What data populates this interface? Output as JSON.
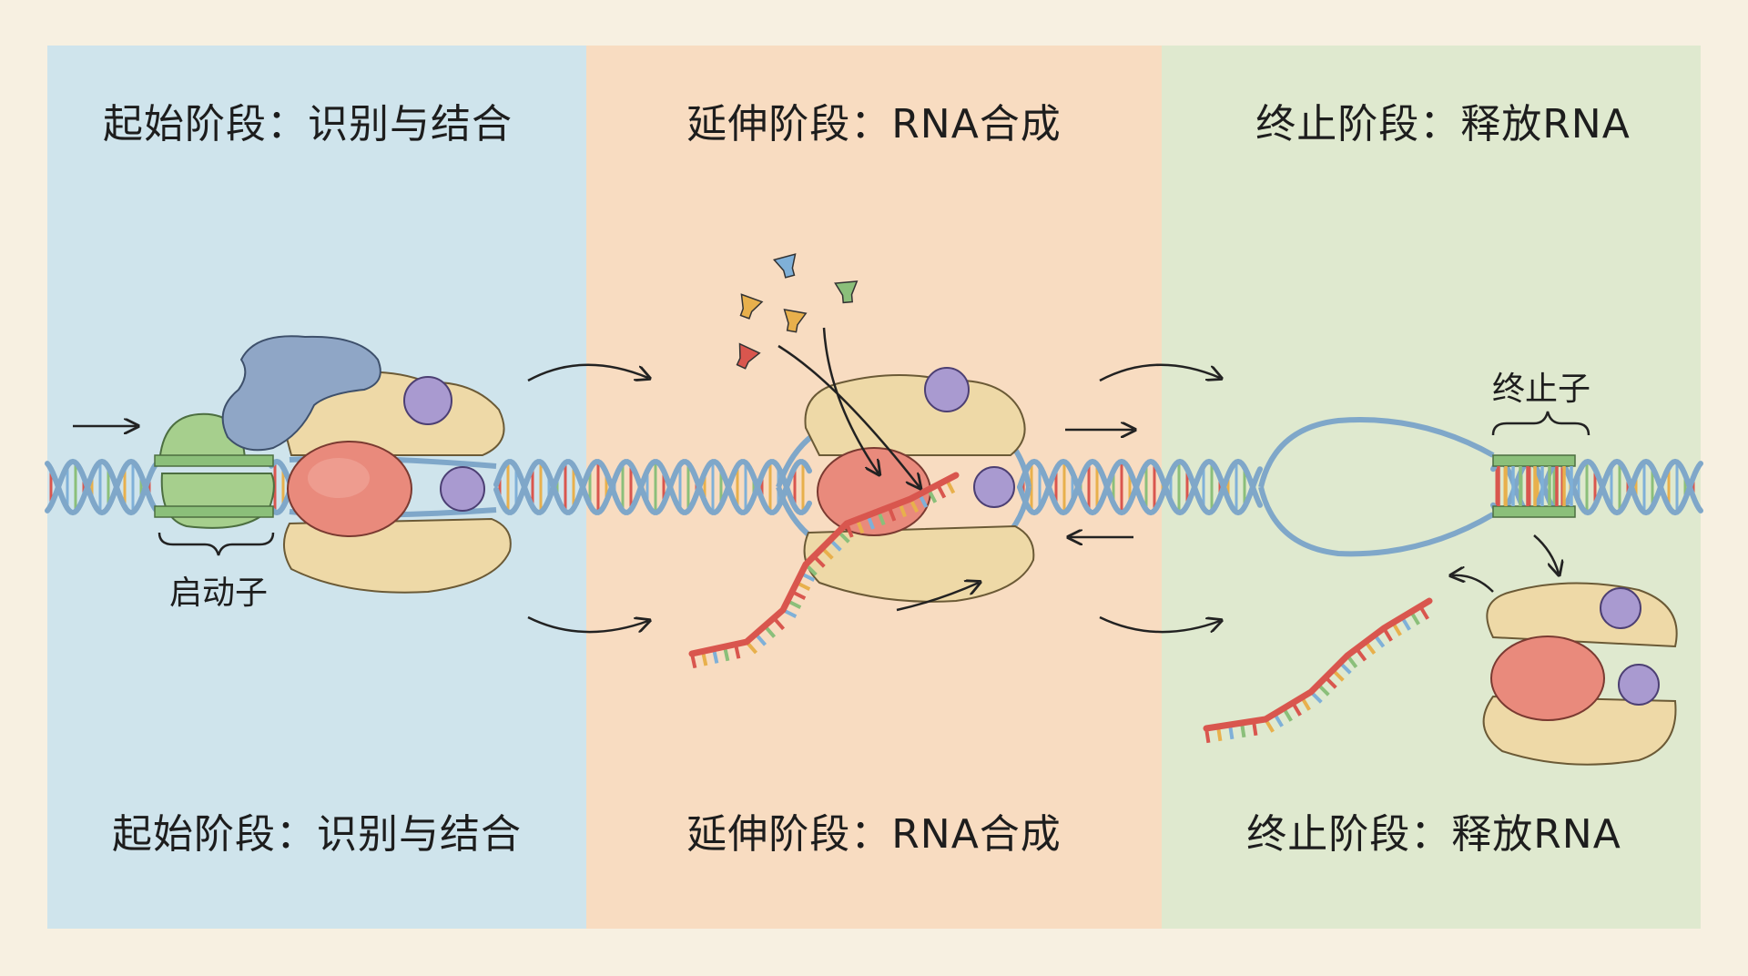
{
  "panels": [
    {
      "id": "initiation",
      "title": "起始阶段：识别与结合",
      "caption": "起始阶段：识别与结合",
      "background": "#cfe4ec",
      "region_label": "启动子"
    },
    {
      "id": "elongation",
      "title": "延伸阶段：RNA合成",
      "caption": "延伸阶段：RNA合成"
    },
    {
      "id": "termination",
      "title": "终止阶段：释放RNA",
      "caption": "终止阶段：释放RNA",
      "background": "#dfe9cf",
      "region_label": "终止子"
    }
  ],
  "colors": {
    "page_background": "#f7f0e1",
    "panel_initiation": "#cfe4ec",
    "panel_elongation": "#f8dcc1",
    "panel_termination": "#dfe9cf",
    "dna_backbone": "#7fa7c9",
    "rna_strand": "#d9564e",
    "polymerase_core": "#e98a7c",
    "polymerase_shell": "#eed9a7",
    "subunit_purple": "#a99ad0",
    "sigma_factor": "#8fa6c6",
    "promoter_protein": "#9cc88a",
    "nucleotide_colors": [
      "#d9564e",
      "#e8b04c",
      "#7fb0d8",
      "#8bbf7a"
    ]
  },
  "icons": [
    "dna-double-helix",
    "rna-polymerase",
    "sigma-factor",
    "nucleotide-triphosphate",
    "curly-brace",
    "arrow"
  ]
}
